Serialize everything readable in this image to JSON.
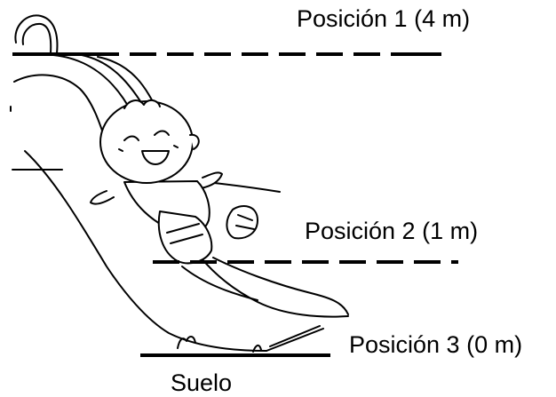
{
  "labels": {
    "position_1": "Posición 1 (4 m)",
    "position_2": "Posición 2 (1 m)",
    "position_3": "Posición 3 (0 m)",
    "ground": "Suelo"
  },
  "positions": [
    {
      "name": "Posición 1",
      "height_m": 4
    },
    {
      "name": "Posición 2",
      "height_m": 1
    },
    {
      "name": "Posición 3",
      "height_m": 0
    }
  ],
  "colors": {
    "ink": "#000000",
    "background": "#ffffff"
  }
}
